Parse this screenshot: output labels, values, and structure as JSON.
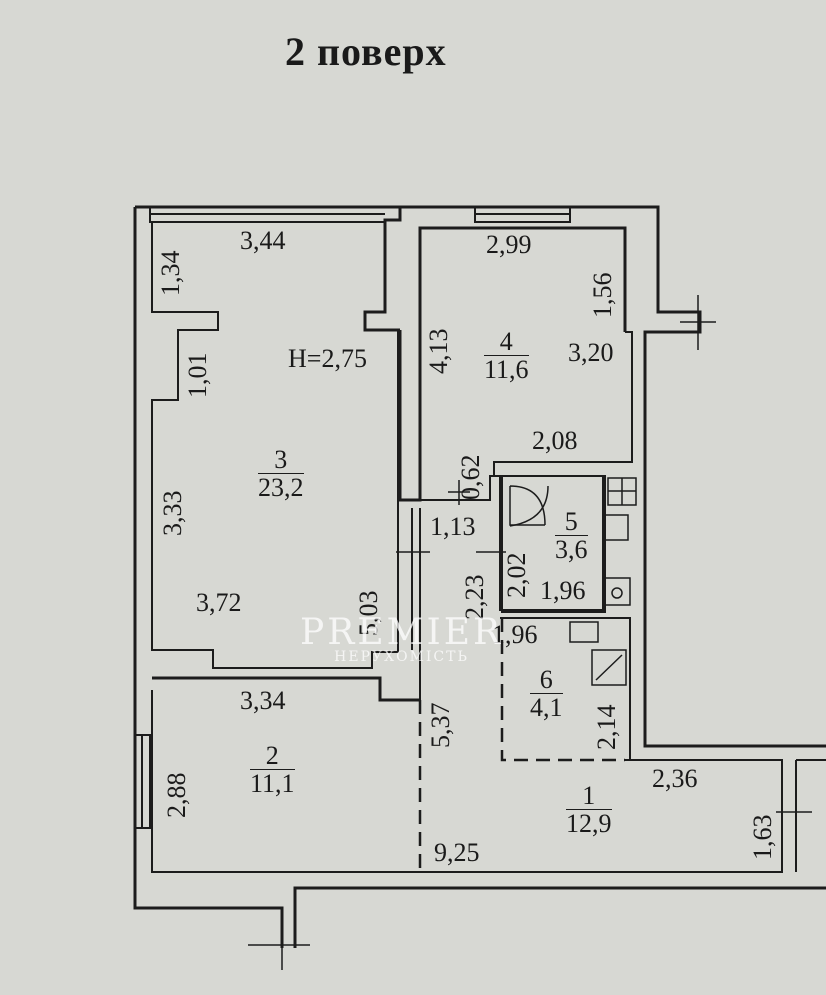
{
  "title": "2 поверх",
  "height_label": "H=2,75",
  "rooms": [
    {
      "number": "1",
      "area": "12,9"
    },
    {
      "number": "2",
      "area": "11,1"
    },
    {
      "number": "3",
      "area": "23,2"
    },
    {
      "number": "4",
      "area": "11,6"
    },
    {
      "number": "5",
      "area": "3,6"
    },
    {
      "number": "6",
      "area": "4,1"
    }
  ],
  "dimensions": {
    "d_344": "3,44",
    "d_134": "1,34",
    "d_101": "1,01",
    "d_333": "3,33",
    "d_372": "3,72",
    "d_503": "5,03",
    "d_299": "2,99",
    "d_156": "1,56",
    "d_413": "4,13",
    "d_320": "3,20",
    "d_208": "2,08",
    "d_062": "0,62",
    "d_113": "1,13",
    "d_223": "2,23",
    "d_202": "2,02",
    "d_196a": "1,96",
    "d_196b": "1,96",
    "d_334": "3,34",
    "d_537": "5,37",
    "d_214": "2,14",
    "d_288": "2,88",
    "d_236": "2,36",
    "d_163": "1,63",
    "d_925": "9,25"
  },
  "watermark": {
    "brand": "PREMIER",
    "sub": "НЕРУХОМІСТЬ"
  },
  "colors": {
    "background": "#d7d8d3",
    "lines": "#1c1c1c"
  }
}
